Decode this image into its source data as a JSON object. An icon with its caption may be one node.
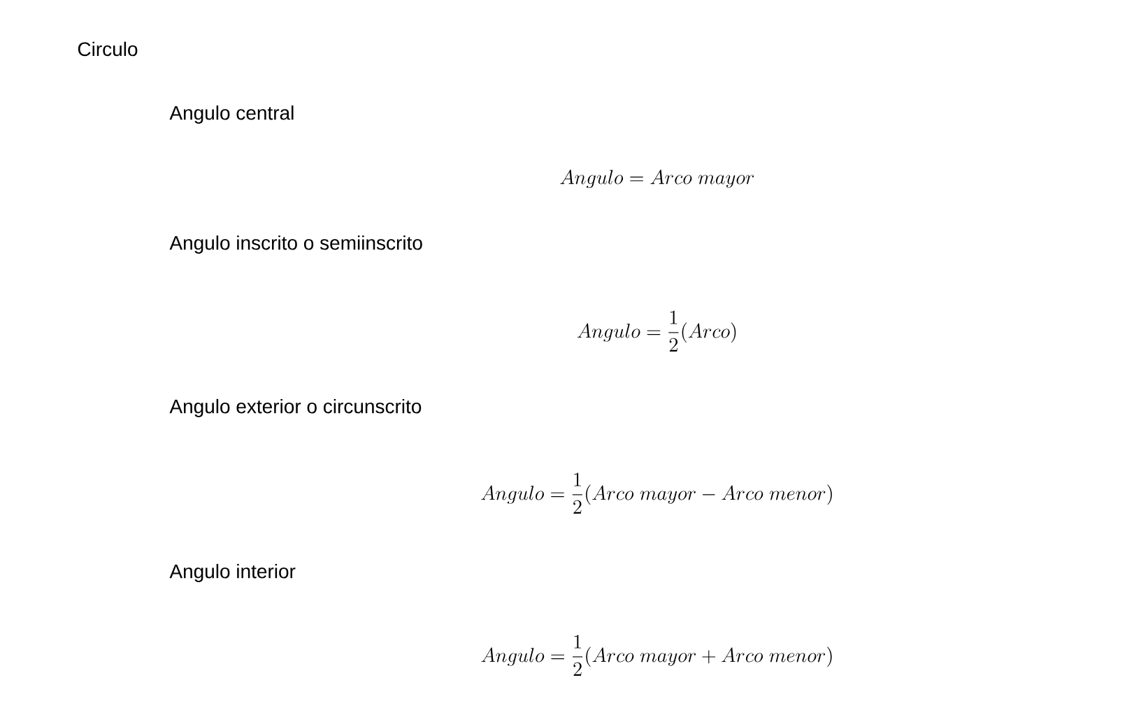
{
  "diagram": {
    "labels": [
      "Circulo",
      "Angulo central",
      "Angulo = Arco\\ mayor",
      "Angulo inscrito o semiinscrito",
      "Angulo = \\frac{1}{2}(Arco)",
      "Angulo exterior o circunscrito",
      "Angulo = \\frac{1}{2}(Arco\\ mayor - Arco\\ menor)",
      "Angulo interior",
      "Angulo = \\frac{1}{2}(Arco\\ mayor + Arco\\ menor)"
    ]
  }
}
